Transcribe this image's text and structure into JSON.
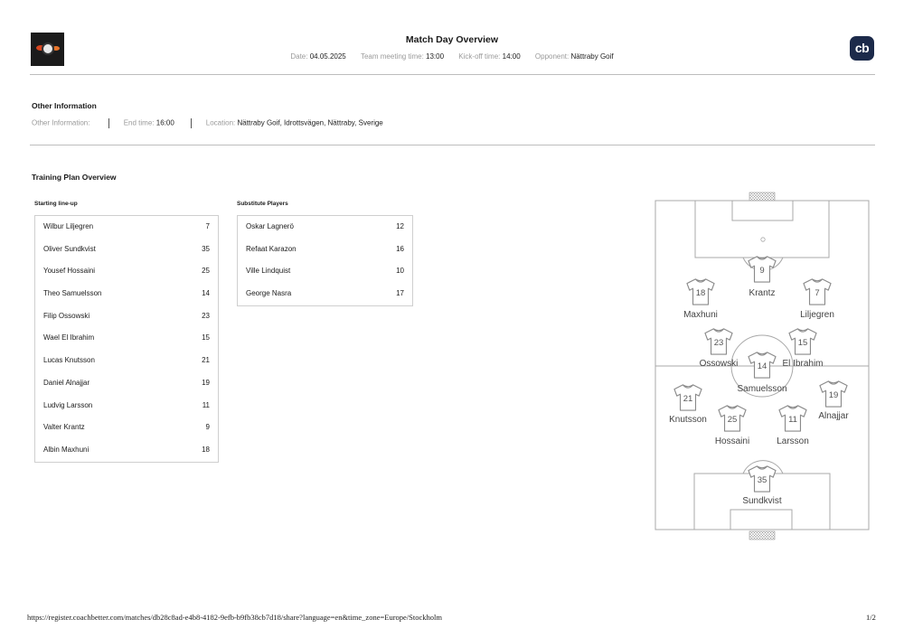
{
  "header": {
    "title": "Match Day Overview",
    "meta": [
      {
        "label": "Date:",
        "value": "04.05.2025"
      },
      {
        "label": "Team meeting time:",
        "value": "13:00"
      },
      {
        "label": "Kick-off time:",
        "value": "14:00"
      },
      {
        "label": "Opponent:",
        "value": "Nättraby Goif"
      }
    ],
    "right_logo_text": "cb"
  },
  "other_information": {
    "title": "Other Information",
    "fields": [
      {
        "label": "Other Information:",
        "value": ""
      },
      {
        "label": "End time:",
        "value": "16:00"
      },
      {
        "label": "Location:",
        "value": "Nättraby Goif, Idrottsvägen, Nättraby, Sverige"
      }
    ]
  },
  "training_plan": {
    "title": "Training Plan Overview",
    "starting_label": "Starting line-up",
    "substitutes_label": "Substitute Players",
    "starting": [
      {
        "name": "Wilbur Liljegren",
        "number": "7"
      },
      {
        "name": "Oliver Sundkvist",
        "number": "35"
      },
      {
        "name": "Yousef Hossaini",
        "number": "25"
      },
      {
        "name": "Theo Samuelsson",
        "number": "14"
      },
      {
        "name": "Filip Ossowski",
        "number": "23"
      },
      {
        "name": "Wael El Ibrahim",
        "number": "15"
      },
      {
        "name": "Lucas Knutsson",
        "number": "21"
      },
      {
        "name": "Daniel Alnajjar",
        "number": "19"
      },
      {
        "name": "Ludvig Larsson",
        "number": "11"
      },
      {
        "name": "Valter Krantz",
        "number": "9"
      },
      {
        "name": "Albin Maxhuni",
        "number": "18"
      }
    ],
    "substitutes": [
      {
        "name": "Oskar Lagnerö",
        "number": "12"
      },
      {
        "name": "Refaat Karazon",
        "number": "16"
      },
      {
        "name": "Ville Lindquist",
        "number": "10"
      },
      {
        "name": "George Nasra",
        "number": "17"
      }
    ]
  },
  "formation": [
    {
      "number": "9",
      "name": "Krantz"
    },
    {
      "number": "18",
      "name": "Maxhuni"
    },
    {
      "number": "7",
      "name": "Liljegren"
    },
    {
      "number": "23",
      "name": "Ossowski"
    },
    {
      "number": "15",
      "name": "El Ibrahim"
    },
    {
      "number": "14",
      "name": "Samuelsson"
    },
    {
      "number": "21",
      "name": "Knutsson"
    },
    {
      "number": "19",
      "name": "Alnajjar"
    },
    {
      "number": "25",
      "name": "Hossaini"
    },
    {
      "number": "11",
      "name": "Larsson"
    },
    {
      "number": "35",
      "name": "Sundkvist"
    }
  ],
  "footer": {
    "url": "https://register.coachbetter.com/matches/db28c8ad-e4b8-4182-9efb-b9fb38cb7d18/share?language=en&time_zone=Europe/Stockholm",
    "page": "1/2"
  }
}
